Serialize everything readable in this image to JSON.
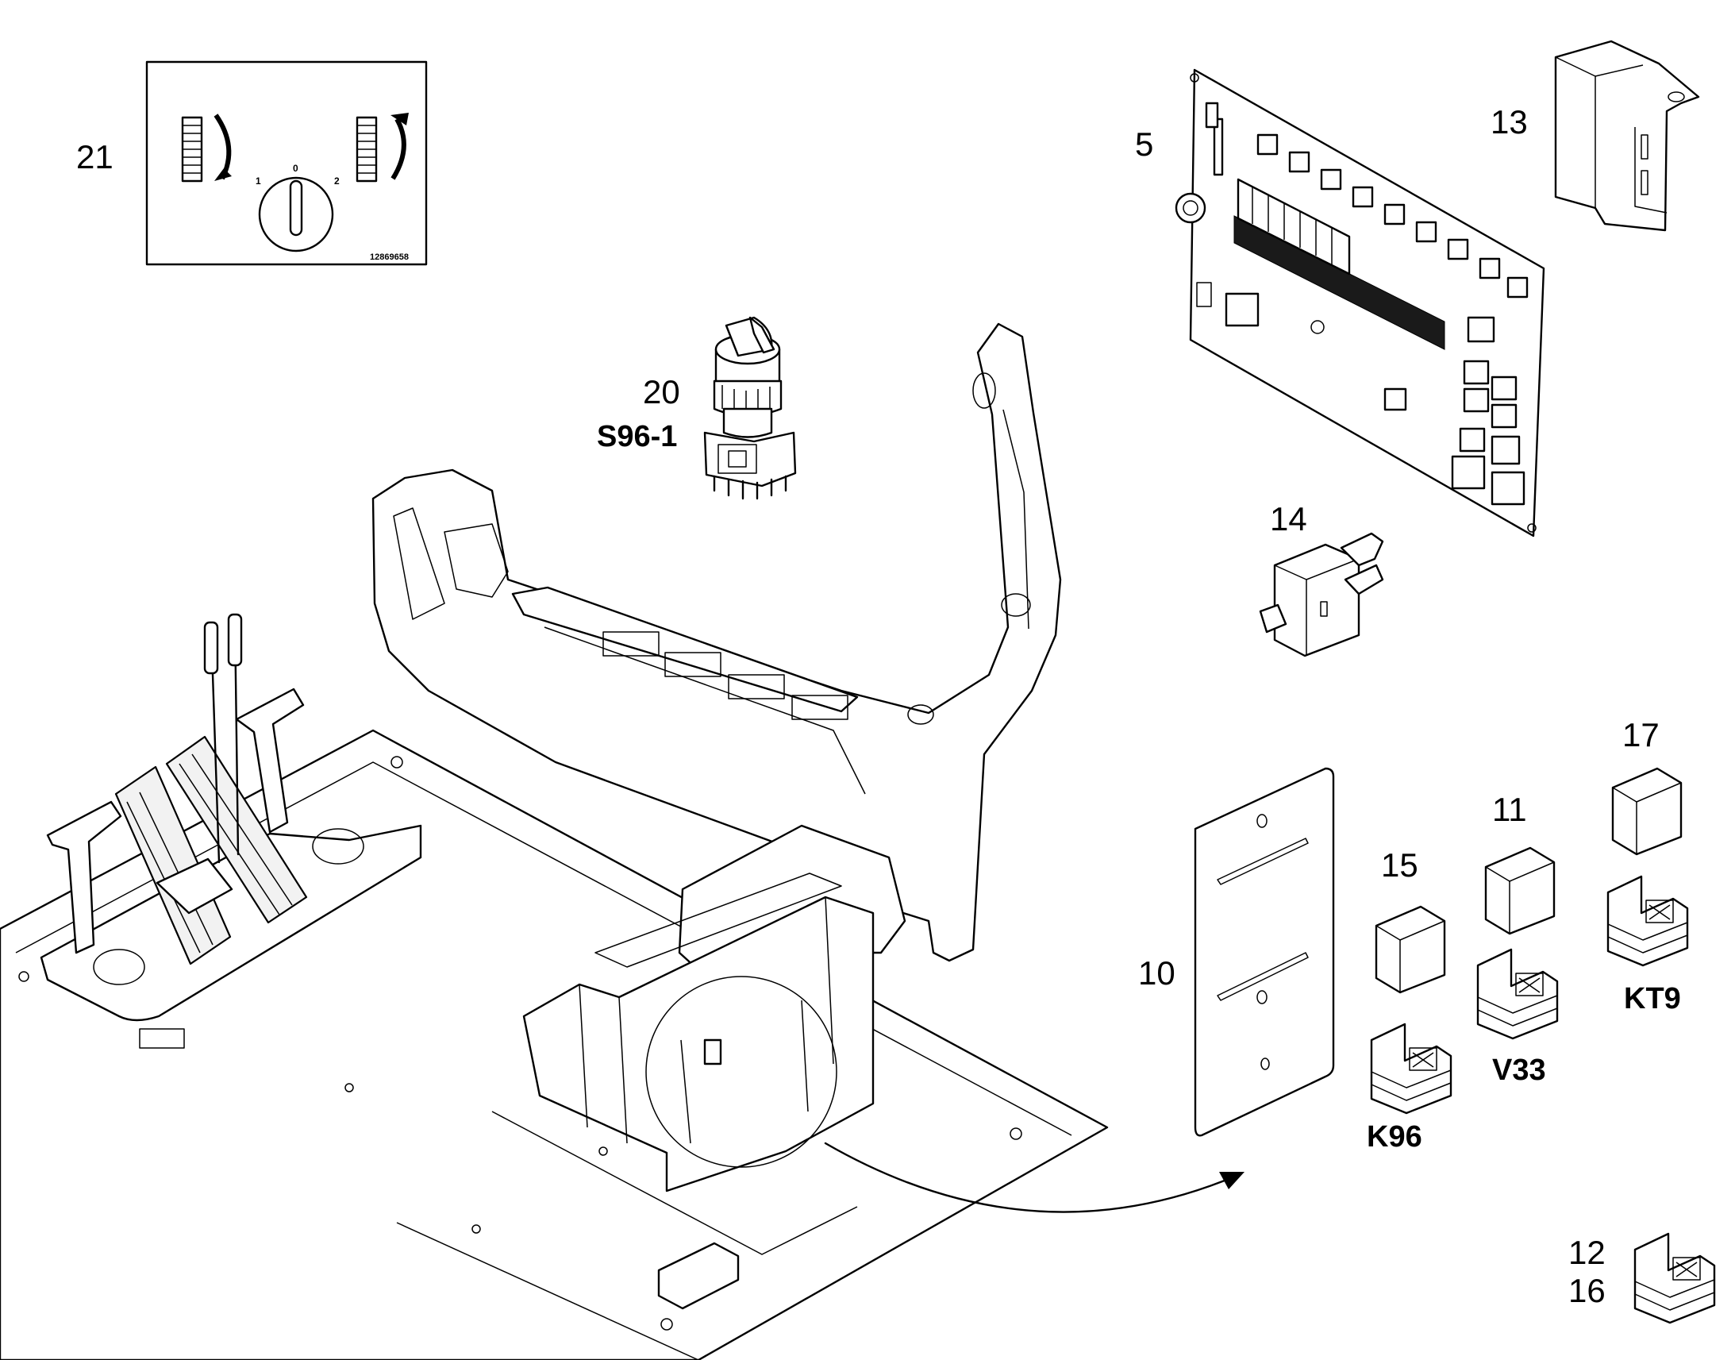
{
  "callouts": {
    "c5": "5",
    "c10": "10",
    "c11": "11",
    "c12": "12",
    "c13": "13",
    "c14": "14",
    "c15": "15",
    "c16": "16",
    "c17": "17",
    "c20": "20",
    "c21": "21"
  },
  "references": {
    "s96": "S96-1",
    "k96": "K96",
    "v33": "V33",
    "kt9": "KT9"
  },
  "dial": {
    "pos1": "1",
    "pos0": "0",
    "pos2": "2",
    "doc_number": "12869658"
  }
}
